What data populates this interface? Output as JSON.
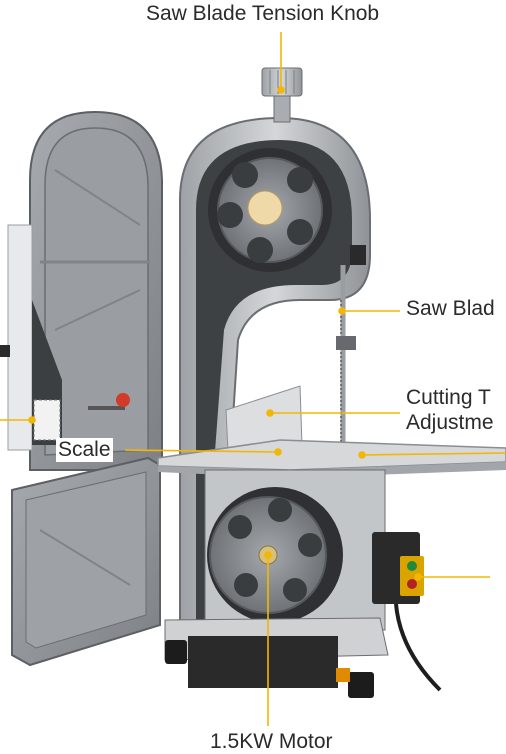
{
  "labels": {
    "tension_knob": "Saw Blade Tension Knob",
    "saw_blade": "Saw Blad",
    "cutting_table_line1": "Cutting T",
    "cutting_table_line2": "Adjustme",
    "scale": "Scale",
    "motor": "1.5KW Motor"
  },
  "colors": {
    "leader": "#f2b705",
    "body_silver": "#b9bcbf",
    "body_dark": "#6e7276",
    "wheel": "#8c9094",
    "wheel_hole": "#3a3d40",
    "switch_box": "#2a2a2a",
    "switch_face": "#d9a400"
  }
}
